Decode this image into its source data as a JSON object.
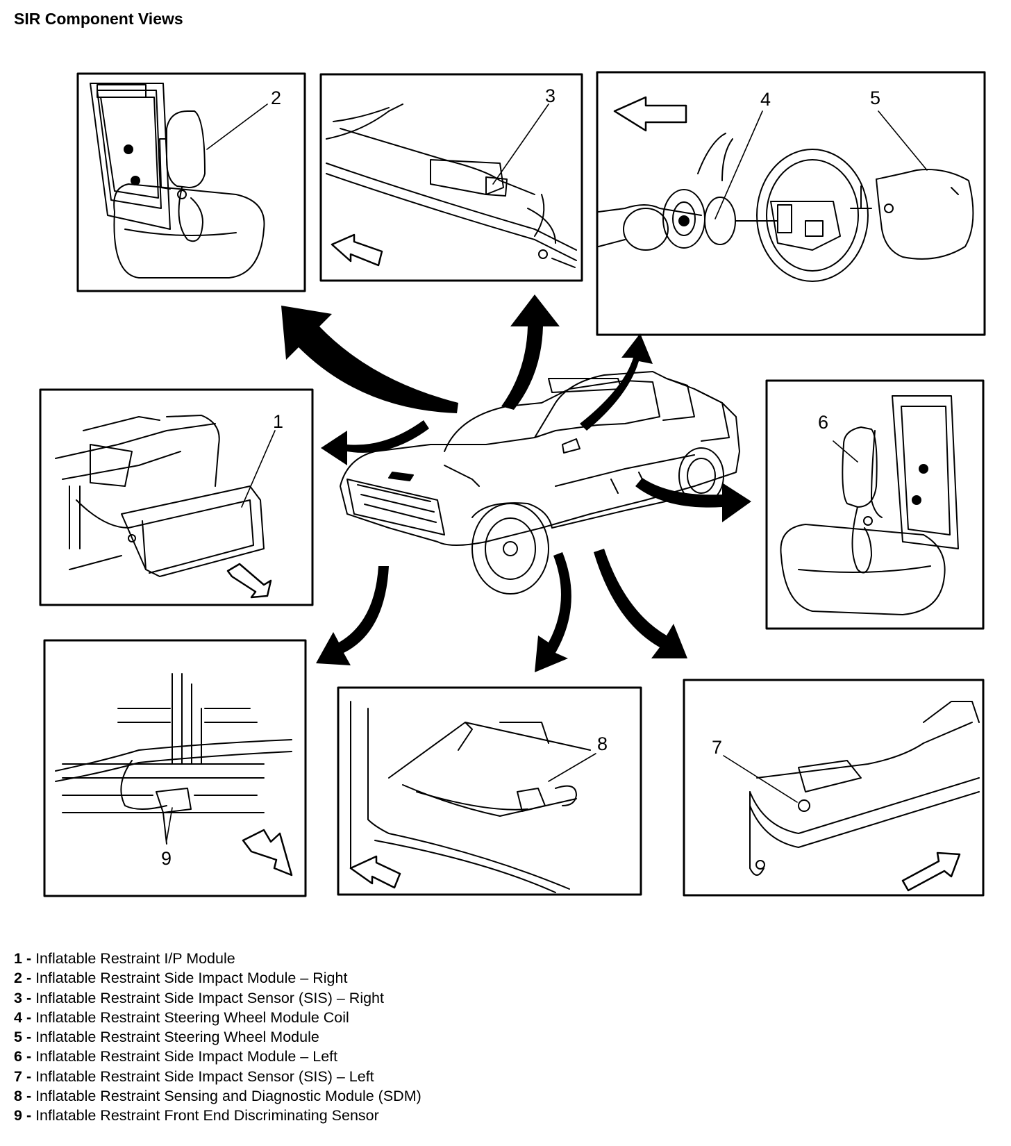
{
  "title": "SIR Component Views",
  "callouts": [
    "1",
    "2",
    "3",
    "4",
    "5",
    "6",
    "7",
    "8",
    "9"
  ],
  "legend": [
    {
      "num": "1",
      "sep": " - ",
      "text": "Inflatable Restraint I/P Module"
    },
    {
      "num": "2",
      "sep": " - ",
      "text": "Inflatable Restraint Side Impact Module – Right"
    },
    {
      "num": "3",
      "sep": " - ",
      "text": "Inflatable Restraint Side Impact Sensor (SIS) – Right"
    },
    {
      "num": "4",
      "sep": " - ",
      "text": "Inflatable Restraint Steering Wheel Module Coil"
    },
    {
      "num": "5",
      "sep": " - ",
      "text": "Inflatable Restraint Steering Wheel Module"
    },
    {
      "num": "6",
      "sep": " - ",
      "text": "Inflatable Restraint Side Impact Module – Left"
    },
    {
      "num": "7",
      "sep": " - ",
      "text": "Inflatable Restraint Side Impact Sensor (SIS) – Left"
    },
    {
      "num": "8",
      "sep": " - ",
      "text": "Inflatable Restraint Sensing and Diagnostic Module (SDM)"
    },
    {
      "num": "9",
      "sep": " - ",
      "text": "Inflatable Restraint Front End Discriminating Sensor"
    }
  ]
}
